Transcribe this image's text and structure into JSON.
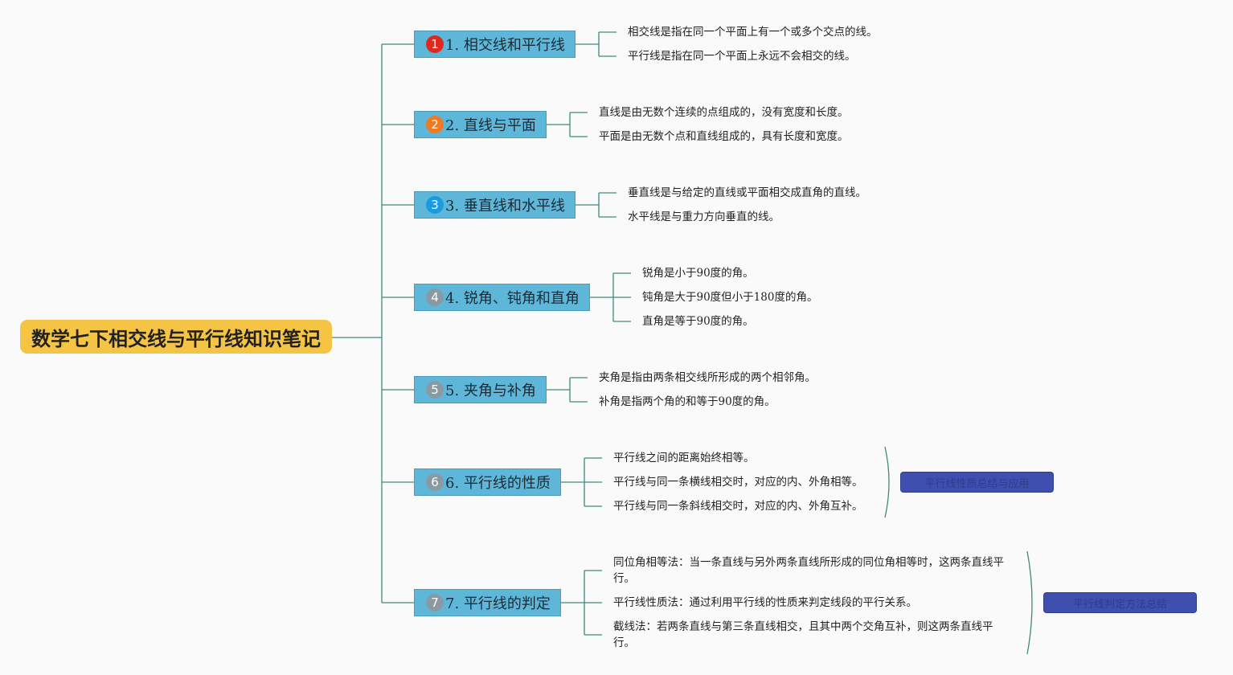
{
  "root": {
    "title": "数学七下相交线与平行线知识笔记",
    "color": "#f6c445"
  },
  "branches": [
    {
      "num": "1",
      "label": "1. 相交线和平行线",
      "badge_color": "#e0281e",
      "leaves": [
        "相交线是指在同一个平面上有一个或多个交点的线。",
        "平行线是指在同一个平面上永远不会相交的线。"
      ]
    },
    {
      "num": "2",
      "label": "2. 直线与平面",
      "badge_color": "#f07a22",
      "leaves": [
        "直线是由无数个连续的点组成的，没有宽度和长度。",
        "平面是由无数个点和直线组成的，具有长度和宽度。"
      ]
    },
    {
      "num": "3",
      "label": "3. 垂直线和水平线",
      "badge_color": "#1a9be0",
      "leaves": [
        "垂直线是与给定的直线或平面相交成直角的直线。",
        "水平线是与重力方向垂直的线。"
      ]
    },
    {
      "num": "4",
      "label": "4. 锐角、钝角和直角",
      "badge_color": "#8a9aa3",
      "leaves": [
        "锐角是小于90度的角。",
        "钝角是大于90度但小于180度的角。",
        "直角是等于90度的角。"
      ]
    },
    {
      "num": "5",
      "label": "5. 夹角与补角",
      "badge_color": "#8a9aa3",
      "leaves": [
        "夹角是指由两条相交线所形成的两个相邻角。",
        "补角是指两个角的和等于90度的角。"
      ]
    },
    {
      "num": "6",
      "label": "6. 平行线的性质",
      "badge_color": "#8a9aa3",
      "leaves": [
        "平行线之间的距离始终相等。",
        "平行线与同一条横线相交时，对应的内、外角相等。",
        "平行线与同一条斜线相交时，对应的内、外角互补。"
      ],
      "summary": "平行线性质总结与应用"
    },
    {
      "num": "7",
      "label": "7. 平行线的判定",
      "badge_color": "#8a9aa3",
      "leaves": [
        "同位角相等法：当一条直线与另外两条直线所形成的同位角相等时，这两条直线平行。",
        "平行线性质法：通过利用平行线的性质来判定线段的平行关系。",
        "截线法：若两条直线与第三条直线相交，且其中两个交角互补，则这两条直线平行。"
      ],
      "summary": "平行线判定方法总结"
    }
  ],
  "colors": {
    "line": "#3d8a7c",
    "branch_fill": "#5eb7d9",
    "summary_fill": "#3e4fb0"
  }
}
